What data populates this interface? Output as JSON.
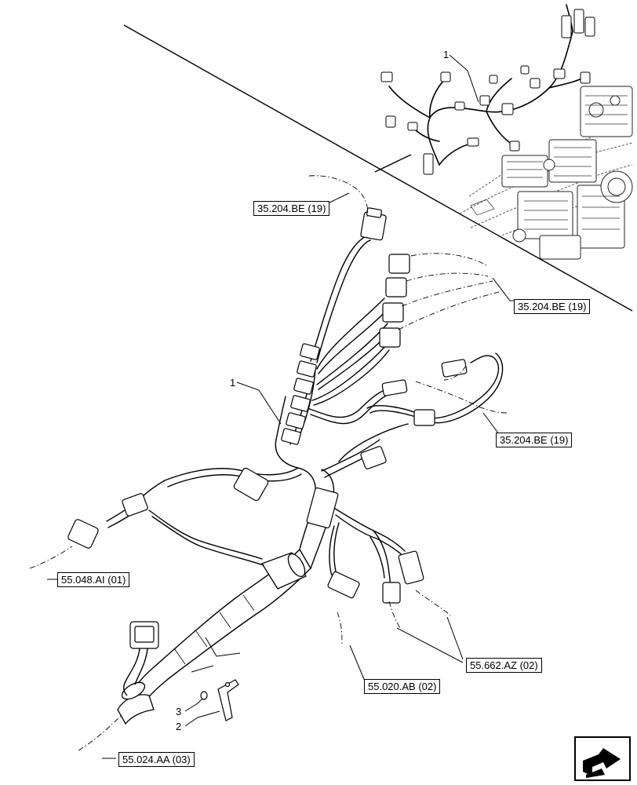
{
  "references": {
    "ref_top": "35.204.BE (19)",
    "ref_right_upper": "35.204.BE (19)",
    "ref_right_mid": "35.204.BE (19)",
    "ref_left": "55.048.AI (01)",
    "ref_bottom_mid_right": "55.662.AZ (02)",
    "ref_bottom_mid": "55.020.AB (02)",
    "ref_bottom_left": "55.024.AA (03)"
  },
  "callouts": {
    "item_1_inset": "1",
    "item_1_main": "1",
    "item_2": "2",
    "item_3": "3"
  },
  "colors": {
    "line": "#000000",
    "background": "#ffffff",
    "light_detail": "#8a8a8a"
  },
  "icons": {
    "nav": "next-page-arrow-icon"
  }
}
